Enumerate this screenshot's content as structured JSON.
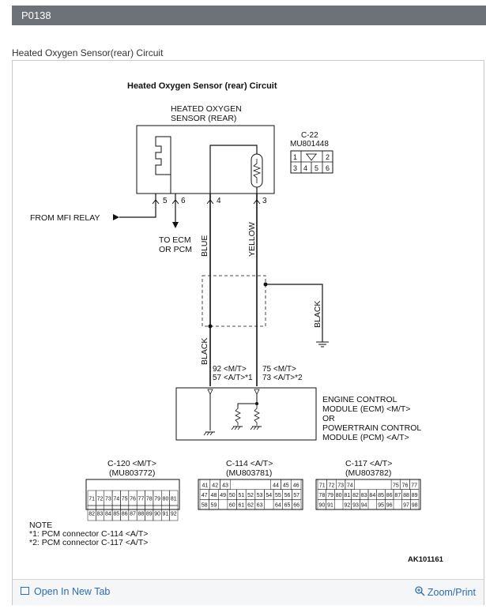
{
  "header": {
    "code": "P0138"
  },
  "caption": "Heated Oxygen Sensor(rear) Circuit",
  "diagram": {
    "title": "Heated Oxygen Sensor (rear) Circuit",
    "sensor_label_1": "HEATED OXYGEN",
    "sensor_label_2": "SENSOR (REAR)",
    "connector_id": "C-22",
    "connector_part": "MU801448",
    "connector_pins": [
      "1",
      "2",
      "3",
      "4",
      "5",
      "6"
    ],
    "pin5": "5",
    "pin6": "6",
    "pin4": "4",
    "pin3": "3",
    "from_relay": "FROM MFI RELAY",
    "to_ecm_1": "TO ECM",
    "to_ecm_2": "OR PCM",
    "wire_blue": "BLUE",
    "wire_yellow": "YELLOW",
    "wire_black_1": "BLACK",
    "wire_black_2": "BLACK",
    "ecm_pin_left_1": "92 <M/T>",
    "ecm_pin_left_2": "57 <A/T>*1",
    "ecm_pin_right_1": "75 <M/T>",
    "ecm_pin_right_2": "73 <A/T>*2",
    "ecm_label_1": "ENGINE CONTROL",
    "ecm_label_2": "MODULE (ECM) <M/T>",
    "ecm_label_3": "OR",
    "ecm_label_4": "POWERTRAIN CONTROL",
    "ecm_label_5": "MODULE (PCM) <A/T>",
    "c120_id": "C-120 <M/T>",
    "c120_part": "(MU803772)",
    "c120_row1": [
      "71",
      "72",
      "73",
      "74",
      "75",
      "76",
      "77",
      "78",
      "79",
      "80",
      "81"
    ],
    "c120_row2": [
      "82",
      "83",
      "84",
      "85",
      "86",
      "87",
      "88",
      "89",
      "90",
      "91",
      "92"
    ],
    "c114_id": "C-114 <A/T>",
    "c114_part": "(MU803781)",
    "c114_row1": [
      "41",
      "42",
      "43",
      "",
      "",
      "",
      "",
      "44",
      "45",
      "46"
    ],
    "c114_row2": [
      "47",
      "48",
      "49",
      "50",
      "51",
      "52",
      "53",
      "54",
      "55",
      "56",
      "57"
    ],
    "c114_row3": [
      "58",
      "59",
      "",
      "60",
      "61",
      "62",
      "63",
      "",
      "64",
      "65",
      "66"
    ],
    "c117_id": "C-117 <A/T>",
    "c117_part": "(MU803782)",
    "c117_row1": [
      "71",
      "72",
      "73",
      "74",
      "",
      "",
      "",
      "",
      "75",
      "76",
      "77"
    ],
    "c117_row2": [
      "78",
      "79",
      "80",
      "81",
      "82",
      "83",
      "84",
      "85",
      "86",
      "87",
      "88",
      "89"
    ],
    "c117_row3": [
      "90",
      "91",
      "",
      "92",
      "93",
      "94",
      "",
      "95",
      "96",
      "",
      "97",
      "98"
    ],
    "note_title": "NOTE",
    "note_1": "*1: PCM connector C-114 <A/T>",
    "note_2": "*2: PCM connector C-117 <A/T>",
    "figure_id": "AK101161"
  },
  "footer": {
    "open_tab": "Open In New Tab",
    "zoom_print": "Zoom/Print",
    "open_icon": "external-tab-icon",
    "zoom_icon": "magnifier-plus-icon"
  },
  "colors": {
    "header_bg": "#6d7178",
    "link": "#2a6db0"
  }
}
